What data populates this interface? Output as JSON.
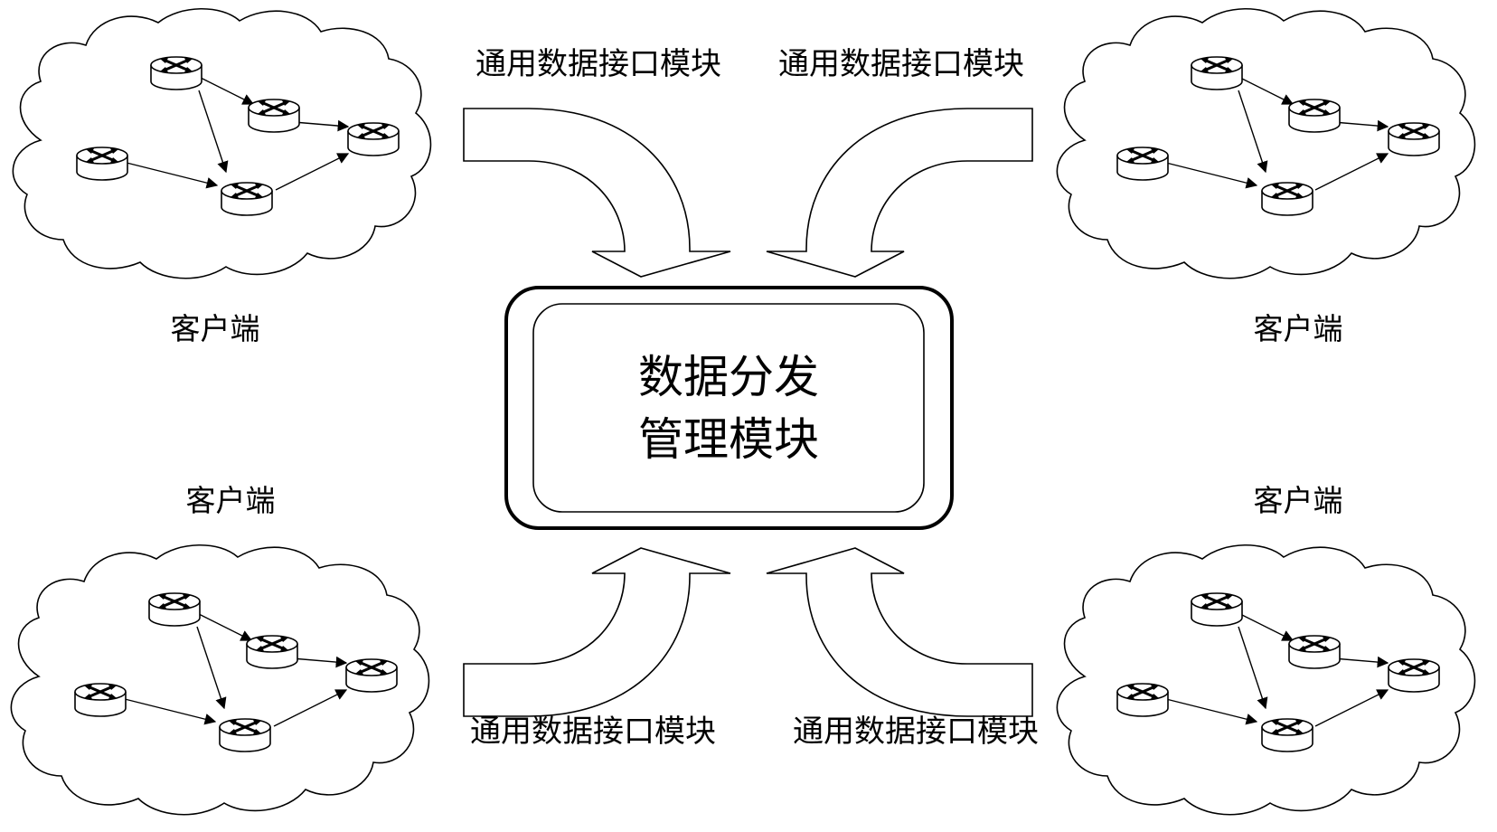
{
  "center_module": {
    "line1": "数据分发",
    "line2": "管理模块"
  },
  "interface_labels": {
    "top_left": "通用数据接口模块",
    "top_right": "通用数据接口模块",
    "bottom_left": "通用数据接口模块",
    "bottom_right": "通用数据接口模块"
  },
  "client_labels": {
    "top_left": "客户端",
    "top_right": "客户端",
    "bottom_left": "客户端",
    "bottom_right": "客户端"
  },
  "icons": {
    "router": "router-icon",
    "cloud": "cloud-network-icon"
  }
}
